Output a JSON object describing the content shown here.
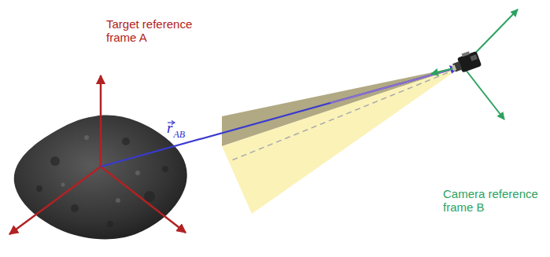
{
  "diagram": {
    "labels": [
      "Target reference frame A",
      "r",
      "AB",
      "Camera reference frame B"
    ]
  }
}
